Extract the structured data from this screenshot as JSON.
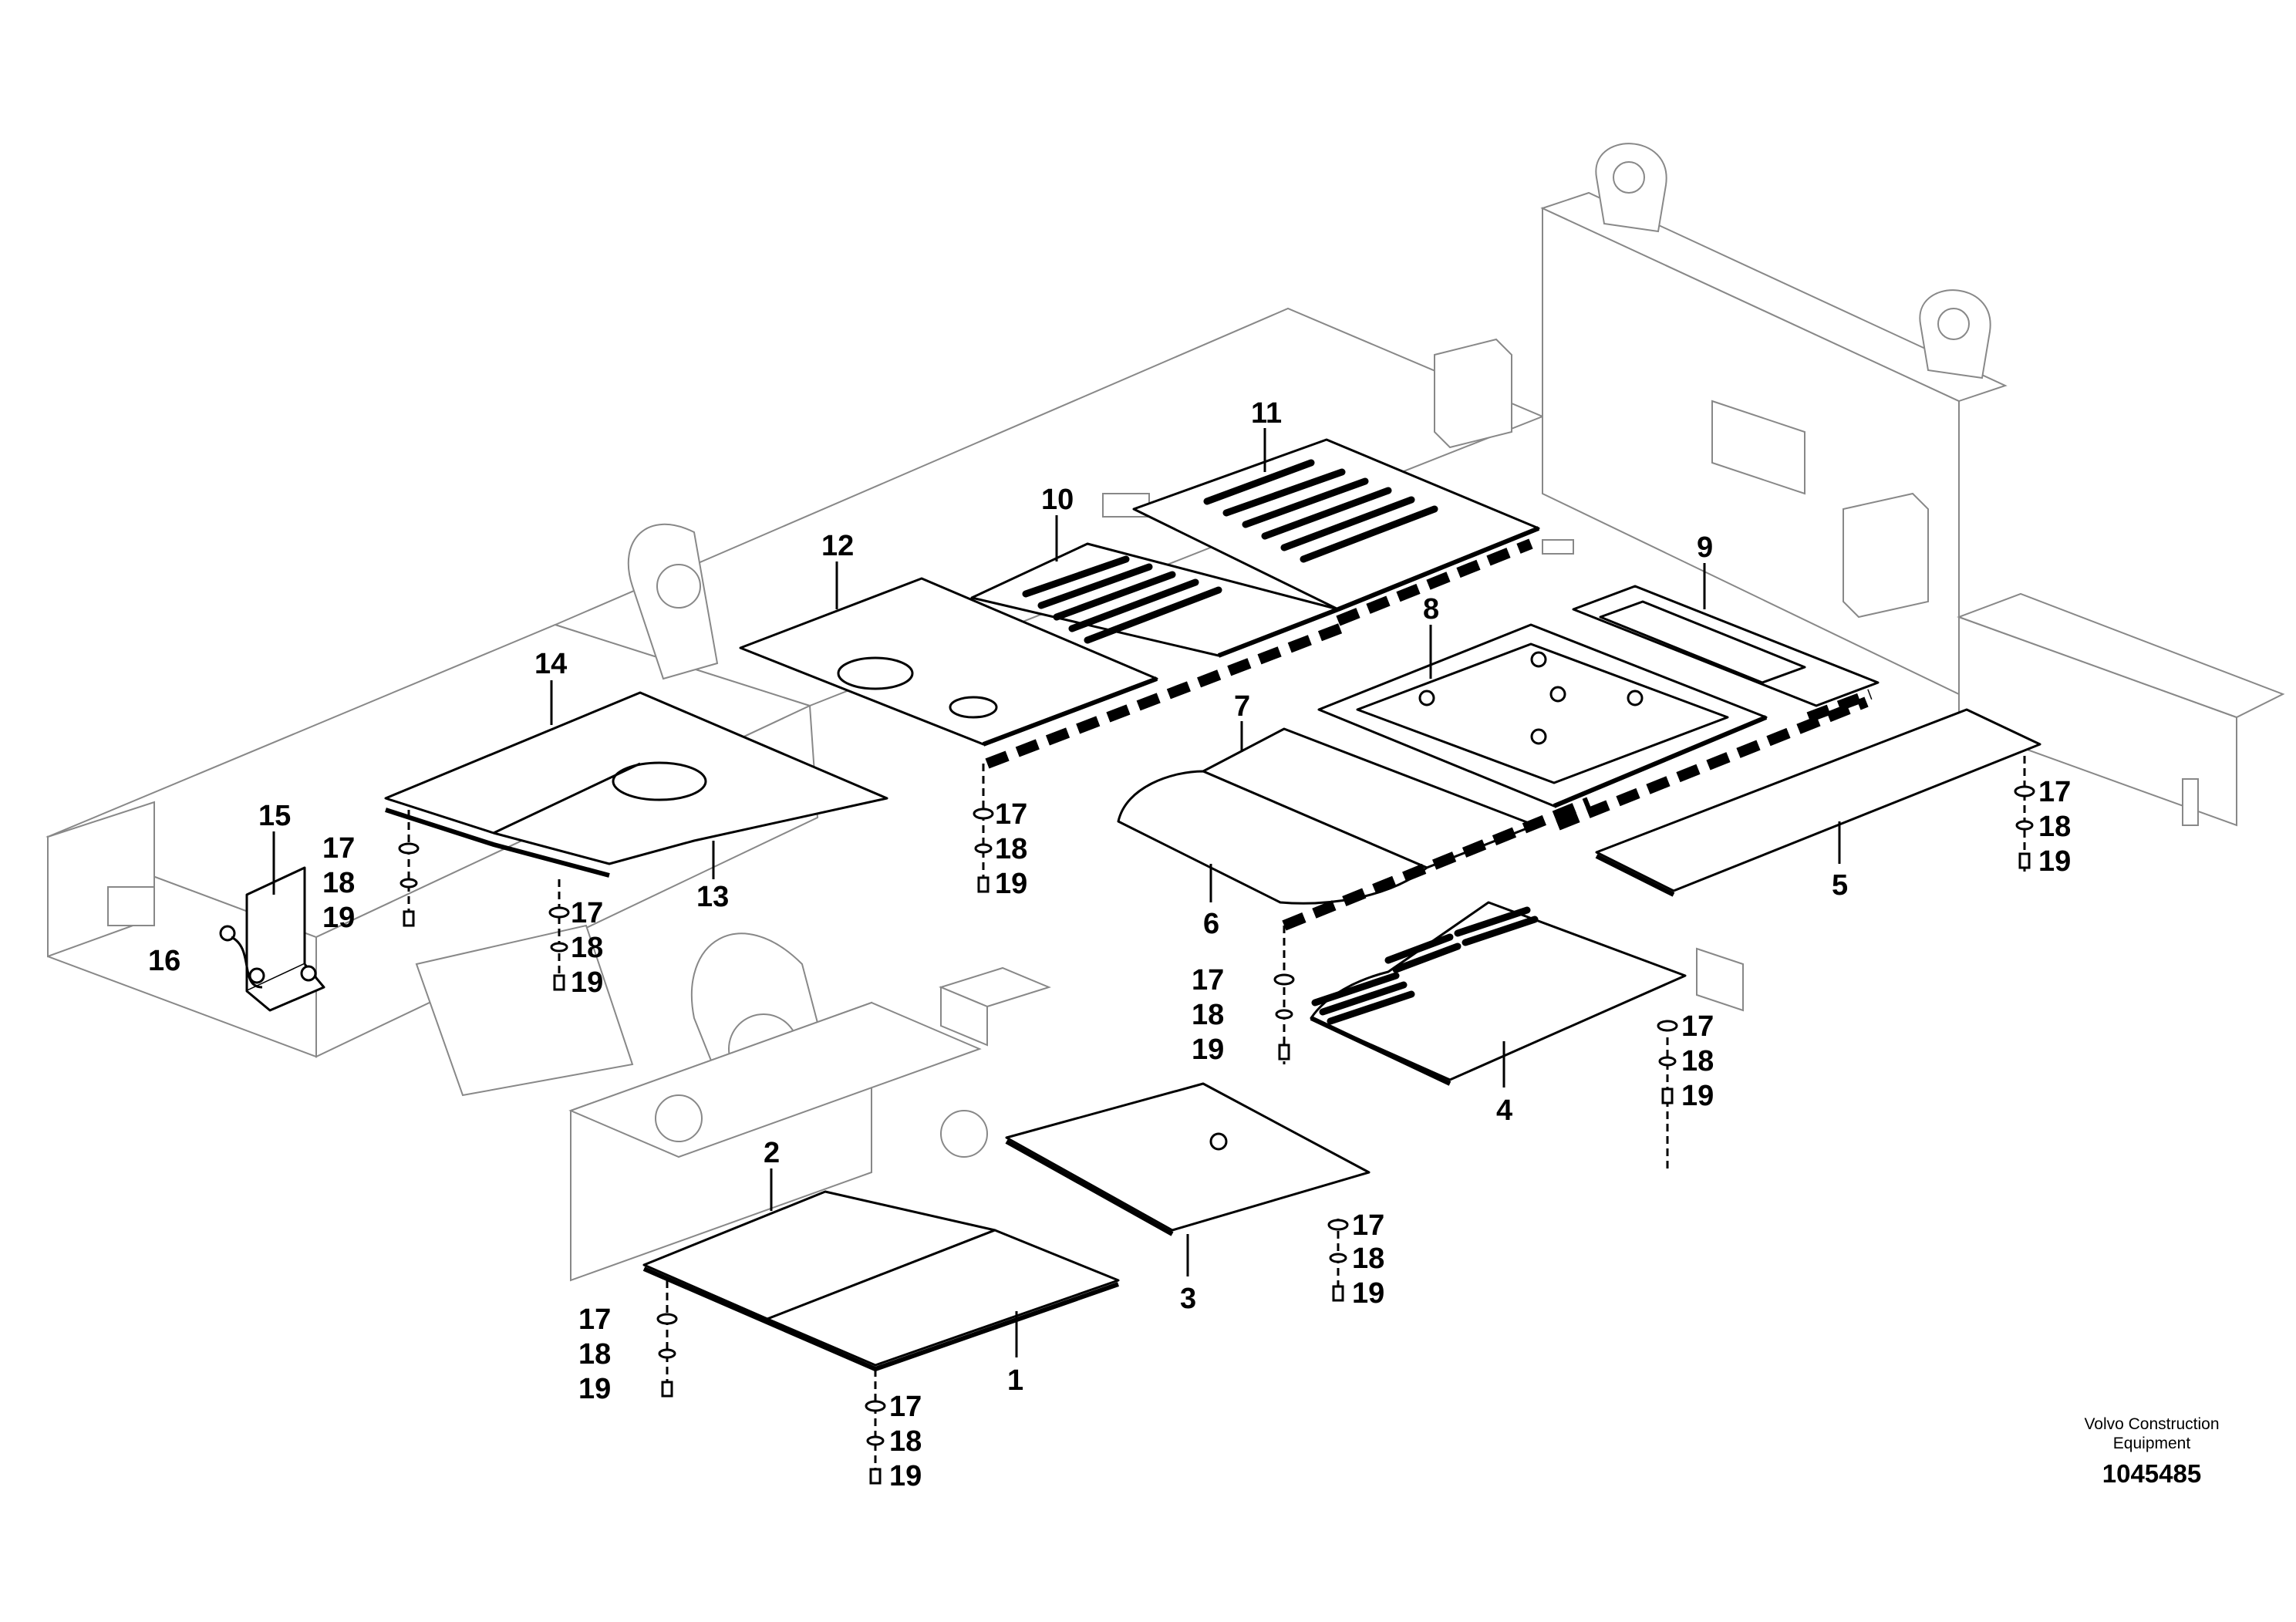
{
  "callouts": {
    "c1": "1",
    "c2": "2",
    "c3": "3",
    "c4": "4",
    "c5": "5",
    "c6": "6",
    "c7": "7",
    "c8": "8",
    "c9": "9",
    "c10": "10",
    "c11": "11",
    "c12": "12",
    "c13": "13",
    "c14": "14",
    "c15": "15",
    "c16": "16",
    "c17": "17",
    "c18": "18",
    "c19": "19"
  },
  "footer": {
    "maker_line1": "Volvo Construction",
    "maker_line2": "Equipment",
    "doc_number": "1045485"
  }
}
